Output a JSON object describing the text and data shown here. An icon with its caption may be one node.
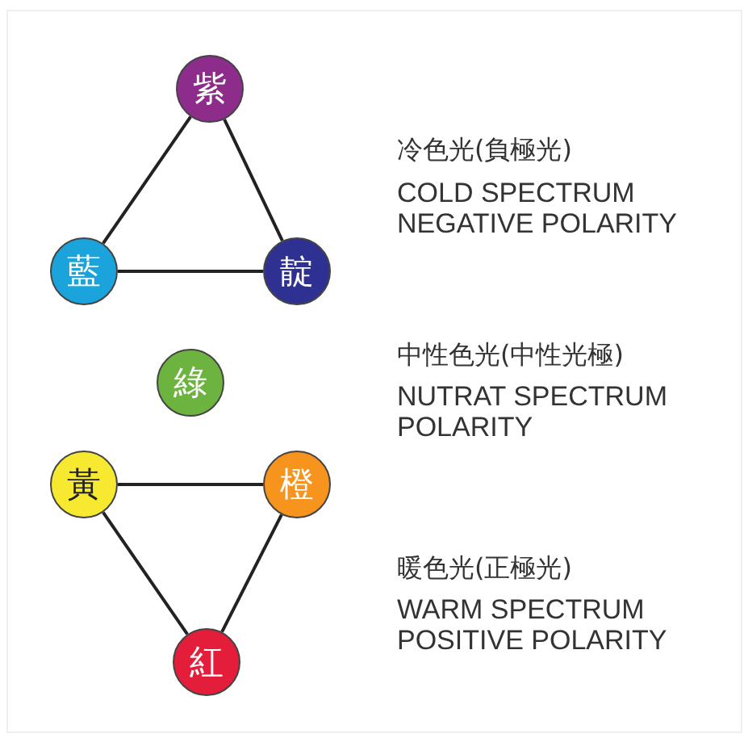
{
  "diagram": {
    "nodes": [
      {
        "text": [
          "紫"
        ]
      },
      {
        "text": [
          "藍"
        ]
      },
      {
        "text": [
          "靛"
        ]
      },
      {
        "text": [
          "綠"
        ]
      },
      {
        "text": [
          "黃"
        ]
      },
      {
        "text": [
          "橙"
        ]
      },
      {
        "text": [
          "紅"
        ]
      }
    ],
    "edges": [
      {
        "from": 0,
        "to": 1,
        "arrow": "none"
      },
      {
        "from": 0,
        "to": 2,
        "arrow": "none"
      },
      {
        "from": 1,
        "to": 2,
        "arrow": "none"
      },
      {
        "from": 4,
        "to": 5,
        "arrow": "none"
      },
      {
        "from": 4,
        "to": 6,
        "arrow": "none"
      },
      {
        "from": 5,
        "to": 6,
        "arrow": "none"
      }
    ],
    "labels": [
      "冷色光(負極光)",
      "COLD SPECTRUM NEGATIVE POLARITY",
      "中性色光(中性光極)",
      "NUTRAT SPECTRUM POLARITY",
      "暖色光(正極光)",
      "WARM SPECTRUM POSITIVE POLARITY"
    ]
  }
}
